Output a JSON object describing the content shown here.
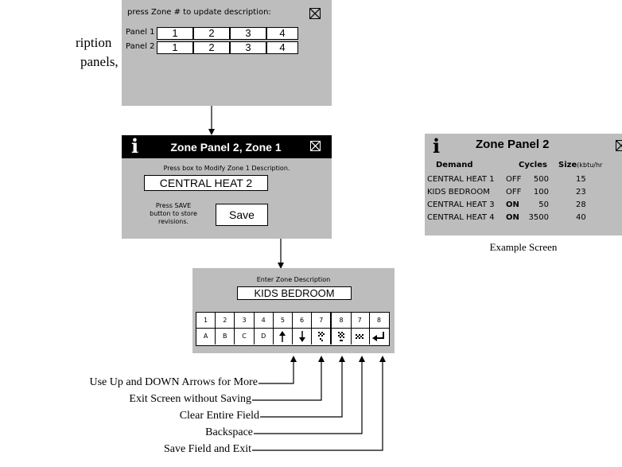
{
  "left_text": {
    "line1": "ription",
    "line2": "panels,"
  },
  "zone_select": {
    "prompt": "press Zone # to update description:",
    "rows": [
      {
        "label": "Panel 1",
        "zones": [
          "1",
          "2",
          "3",
          "4"
        ]
      },
      {
        "label": "Panel 2",
        "zones": [
          "1",
          "2",
          "3",
          "4"
        ]
      }
    ]
  },
  "zone_edit": {
    "info_glyph": "i",
    "title": "Zone Panel 2, Zone 1",
    "instruction": "Press box to Modify Zone 1 Description.",
    "field_value": "CENTRAL HEAT 2",
    "save_hint": [
      "Press SAVE",
      "button to store",
      "revisions."
    ],
    "save_label": "Save"
  },
  "keypad": {
    "title": "Enter Zone Description",
    "field_value": "KIDS BEDROOM",
    "row1": [
      "1",
      "2",
      "3",
      "4",
      "5",
      "6",
      "7",
      "8",
      "7",
      "8"
    ],
    "row2": [
      "A",
      "B",
      "C",
      "D",
      "up-arrow",
      "down-arrow",
      "exit-pattern",
      "clear-pattern",
      "backspace-pattern",
      "enter"
    ]
  },
  "callouts": [
    "Use Up and DOWN Arrows for More",
    "Exit Screen without Saving",
    "Clear Entire Field",
    "Backspace",
    "Save Field and Exit"
  ],
  "example": {
    "info_glyph": "i",
    "title": "Zone Panel 2",
    "headers": [
      "Demand",
      "Cycles",
      "Size",
      "(kbtu/hr"
    ],
    "rows": [
      {
        "name": "CENTRAL HEAT 1",
        "state": "OFF",
        "cycles": "500",
        "size": "15"
      },
      {
        "name": "KIDS BEDROOM",
        "state": "OFF",
        "cycles": "100",
        "size": "23"
      },
      {
        "name": "CENTRAL HEAT 3",
        "state": "ON",
        "cycles": "50",
        "size": "28"
      },
      {
        "name": "CENTRAL HEAT 4",
        "state": "ON",
        "cycles": "3500",
        "size": "40"
      }
    ],
    "caption": "Example Screen"
  }
}
